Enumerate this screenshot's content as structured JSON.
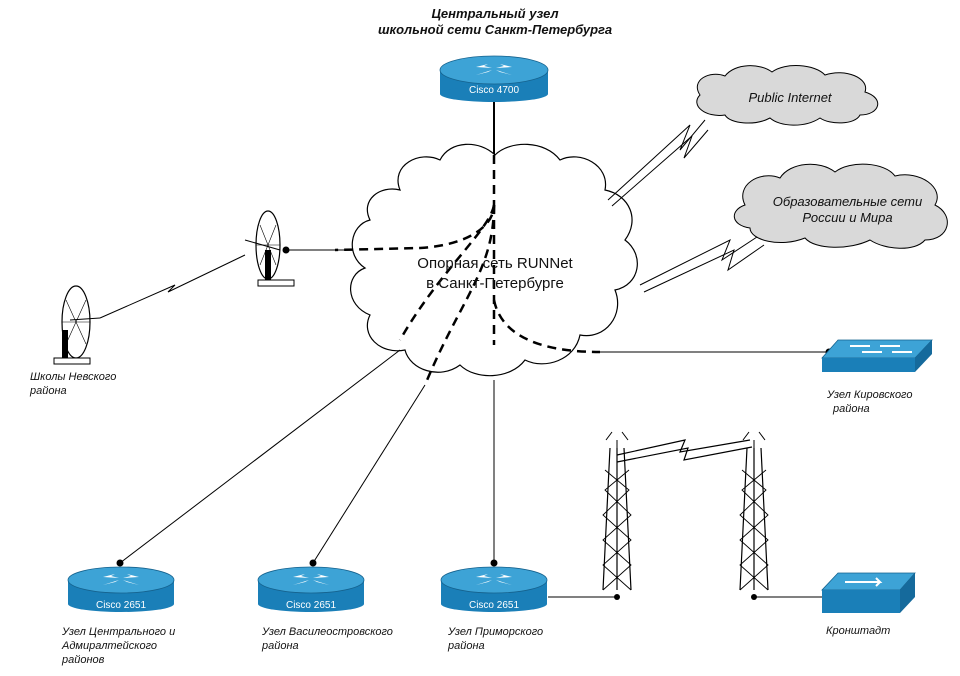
{
  "title": {
    "line1": "Центральный узел",
    "line2": "школьной сети Санкт-Петербурга"
  },
  "backbone": {
    "line1": "Опорная сеть RUNNet",
    "line2": "в Санкт-Петербурге"
  },
  "external": {
    "internet": "Public Internet",
    "edu_line1": "Образовательные сети",
    "edu_line2": "России и Мира"
  },
  "devices": {
    "central_router": "Cisco 4700",
    "router_central_adm": "Cisco 2651",
    "router_vasileostrov": "Cisco 2651",
    "router_primorsky": "Cisco 2651"
  },
  "labels": {
    "nevsky_line1": "Школы Невского",
    "nevsky_line2": "района",
    "kirovsky_line1": "Узел Кировского",
    "kirovsky_line2": "района",
    "central_line1": "Узел Центрального и",
    "central_line2": "Адмиралтейского",
    "central_line3": "районов",
    "vasileostrov_line1": "Узел Василеостровского",
    "vasileostrov_line2": "района",
    "primorsky_line1": "Узел Приморского",
    "primorsky_line2": "района",
    "kronstadt": "Кронштадт"
  },
  "colors": {
    "device_blue": "#1a7fb8",
    "device_top": "#3da3d6",
    "cloud_fill": "#ffffff",
    "ext_cloud_fill": "#d9d9d9"
  }
}
